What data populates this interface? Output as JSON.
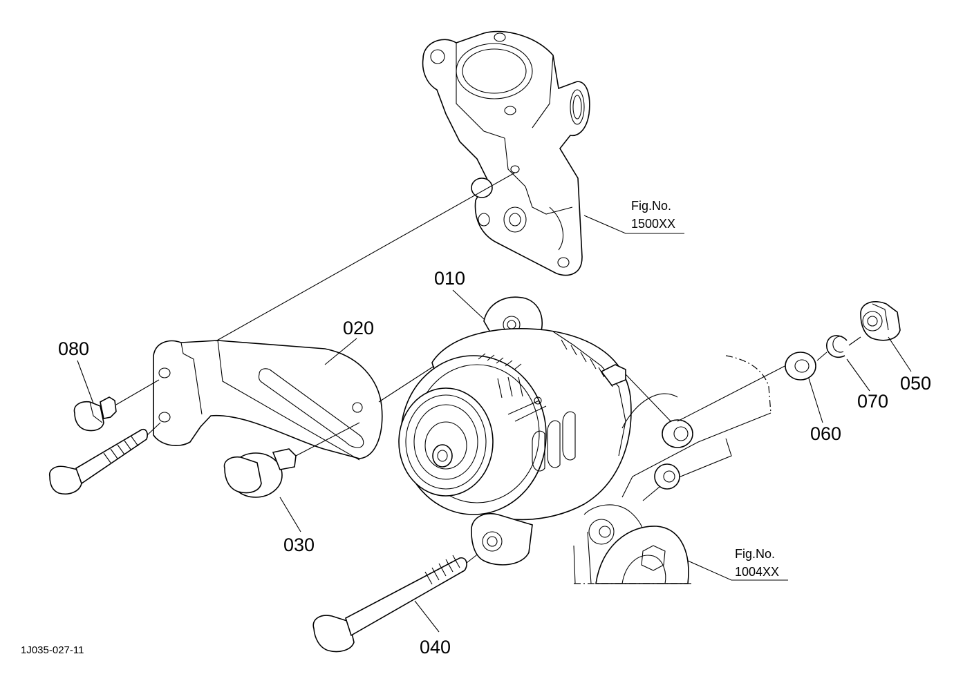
{
  "diagram": {
    "callouts": {
      "p010": "010",
      "p020": "020",
      "p030": "030",
      "p040": "040",
      "p050": "050",
      "p060": "060",
      "p070": "070",
      "p080": "080"
    },
    "references": [
      {
        "line1": "Fig.No.",
        "line2": "1500XX"
      },
      {
        "line1": "Fig.No.",
        "line2": "1004XX"
      }
    ],
    "drawing_code": "1J035-027-11"
  }
}
